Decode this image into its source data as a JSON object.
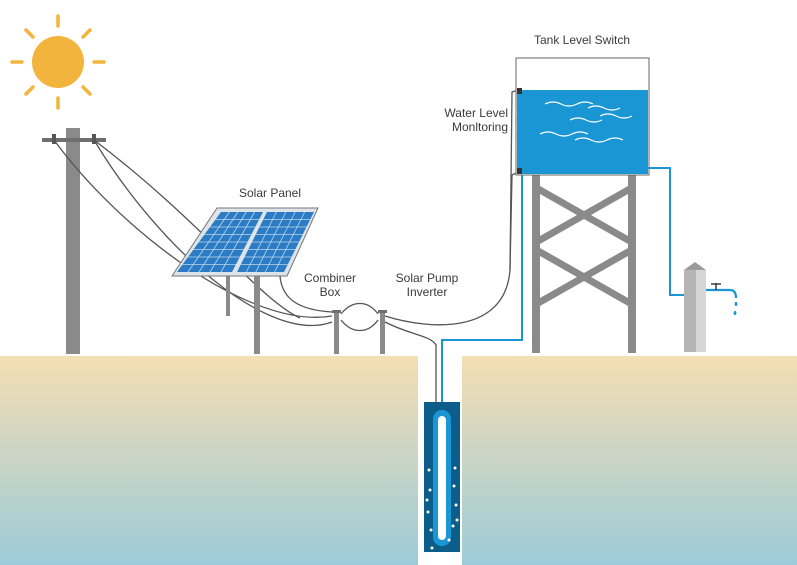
{
  "labels": {
    "tank_level_switch": "Tank Level Switch",
    "water_level_monitoring_line1": "Water Level",
    "water_level_monitoring_line2": "Monltoring",
    "solar_panel": "Solar Panel",
    "combiner_box_line1": "Combiner",
    "combiner_box_line2": "Box",
    "inverter_line1": "Solar Pump",
    "inverter_line2": "Inverter"
  },
  "colors": {
    "sun": "#f2b43c",
    "ground_top": "#f5deb3",
    "ground_bottom": "#9ccbd8",
    "water": "#1b96d4",
    "pipe": "#1b96d4",
    "structure_gray": "#8a8a8a",
    "panel_blue": "#2b7cc4",
    "well_casing": "#0d5d8a"
  },
  "icons": [
    "sun-icon",
    "faucet-icon",
    "water-drop-icon"
  ]
}
